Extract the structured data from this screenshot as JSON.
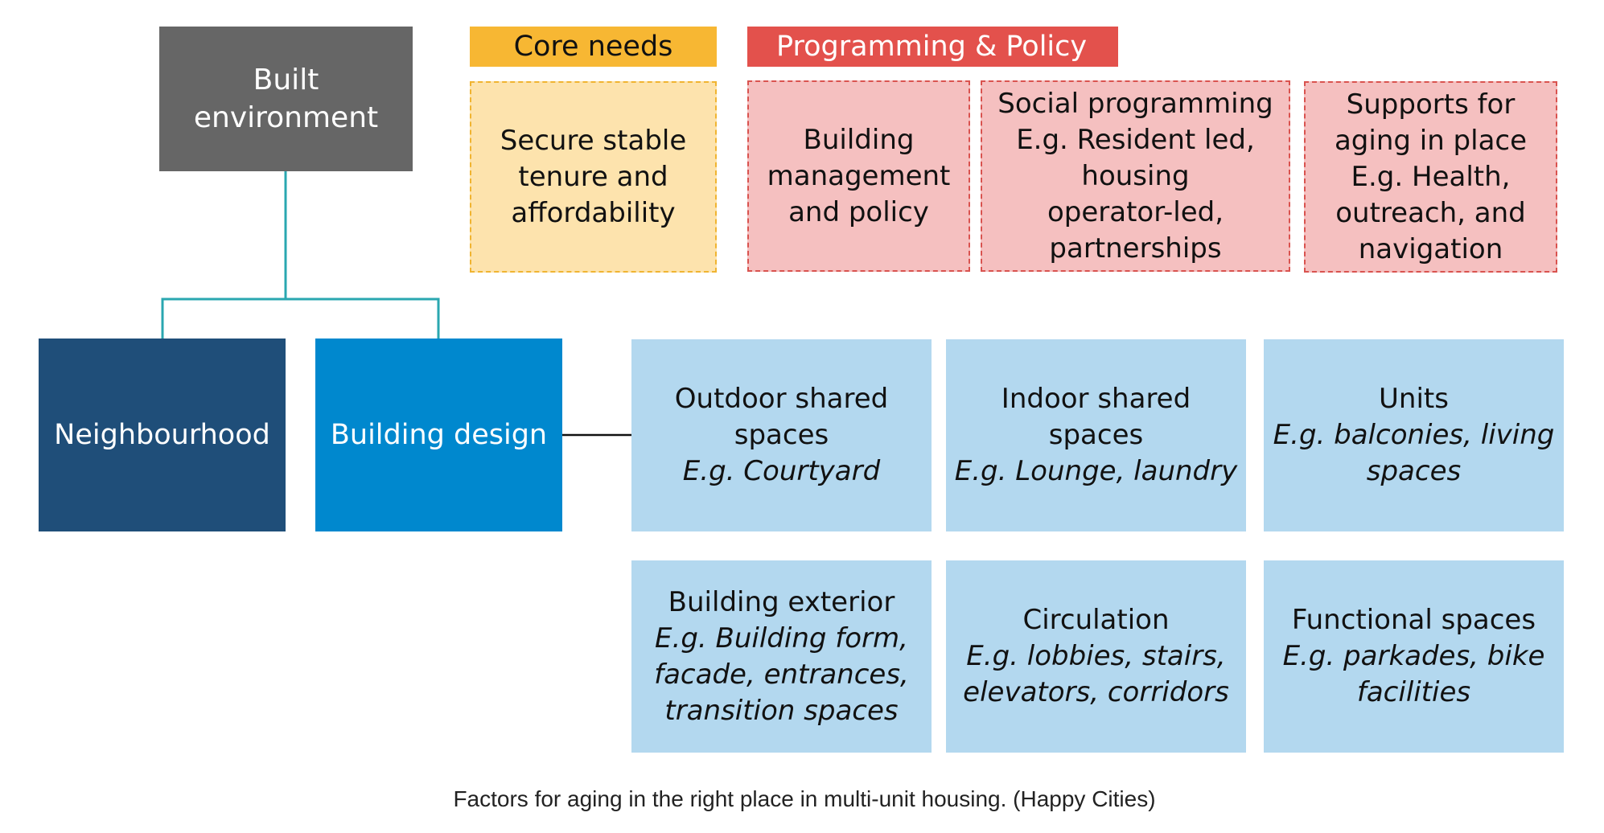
{
  "colors": {
    "built_environment": "#666666",
    "neighbourhood": "#1f4e79",
    "building_design": "#0088ce",
    "core_header": "#f7b733",
    "core_box": "#fde3ad",
    "programming_header": "#e3514c",
    "programming_box": "#f5c0c0",
    "category_box": "#b3d8ef",
    "tree_connector": "#2aa7b0"
  },
  "root": {
    "lines": [
      "Built",
      "environment"
    ]
  },
  "branches": {
    "neighbourhood": "Neighbourhood",
    "building_design": "Building design"
  },
  "core_needs": {
    "header": "Core needs",
    "items": [
      {
        "lines": [
          "Secure stable",
          "tenure and",
          "affordability"
        ]
      }
    ]
  },
  "programming_policy": {
    "header": "Programming & Policy",
    "items": [
      {
        "lines": [
          "Building",
          "management",
          "and policy"
        ]
      },
      {
        "lines": [
          "Social programming",
          "E.g. Resident led,",
          "housing",
          "operator-led,",
          "partnerships"
        ]
      },
      {
        "lines": [
          "Supports for",
          "aging in place",
          "E.g. Health,",
          "outreach, and",
          "navigation"
        ]
      }
    ]
  },
  "building_design_categories": [
    {
      "title_lines": [
        "Outdoor shared",
        "spaces"
      ],
      "example_lines": [
        "E.g. Courtyard"
      ]
    },
    {
      "title_lines": [
        "Indoor shared",
        "spaces"
      ],
      "example_lines": [
        "E.g. Lounge, laundry"
      ]
    },
    {
      "title_lines": [
        "Units"
      ],
      "example_lines": [
        "E.g. balconies, living",
        "spaces"
      ]
    },
    {
      "title_lines": [
        "Building exterior"
      ],
      "example_lines": [
        "E.g. Building form,",
        "facade, entrances,",
        "transition spaces"
      ]
    },
    {
      "title_lines": [
        "Circulation"
      ],
      "example_lines": [
        "E.g. lobbies, stairs,",
        "elevators, corridors"
      ]
    },
    {
      "title_lines": [
        "Functional spaces"
      ],
      "example_lines": [
        "E.g. parkades, bike",
        "facilities"
      ]
    }
  ],
  "caption": "Factors for aging in the right place in multi-unit housing. (Happy Cities)"
}
